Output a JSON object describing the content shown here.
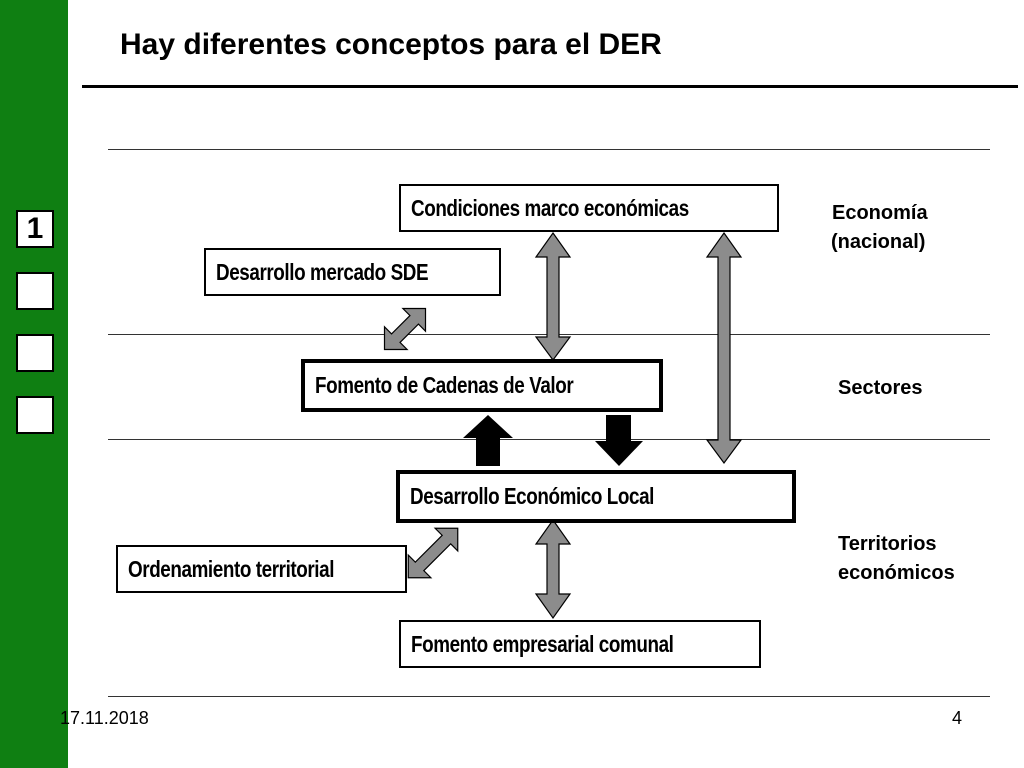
{
  "title": "Hay diferentes conceptos para el DER",
  "nav": [
    "1",
    "",
    "",
    ""
  ],
  "boxes": {
    "condiciones": "Condiciones marco económicas",
    "desarrollo_mercado": "Desarrollo mercado SDE",
    "fomento_cadenas": "Fomento de Cadenas de Valor",
    "desarrollo_local": "Desarrollo Económico Local",
    "ordenamiento": "Ordenamiento territorial",
    "fomento_empresarial": "Fomento empresarial comunal"
  },
  "levels": {
    "economia_1": "Economía",
    "economia_2": "(nacional)",
    "sectores": "Sectores",
    "territorios_1": "Territorios",
    "territorios_2": "económicos"
  },
  "footer": {
    "date": "17.11.2018",
    "page": "4"
  },
  "colors": {
    "sidebar": "#0f7f12",
    "arrow_gray": "#8c8c8c",
    "arrow_black": "#000000"
  }
}
